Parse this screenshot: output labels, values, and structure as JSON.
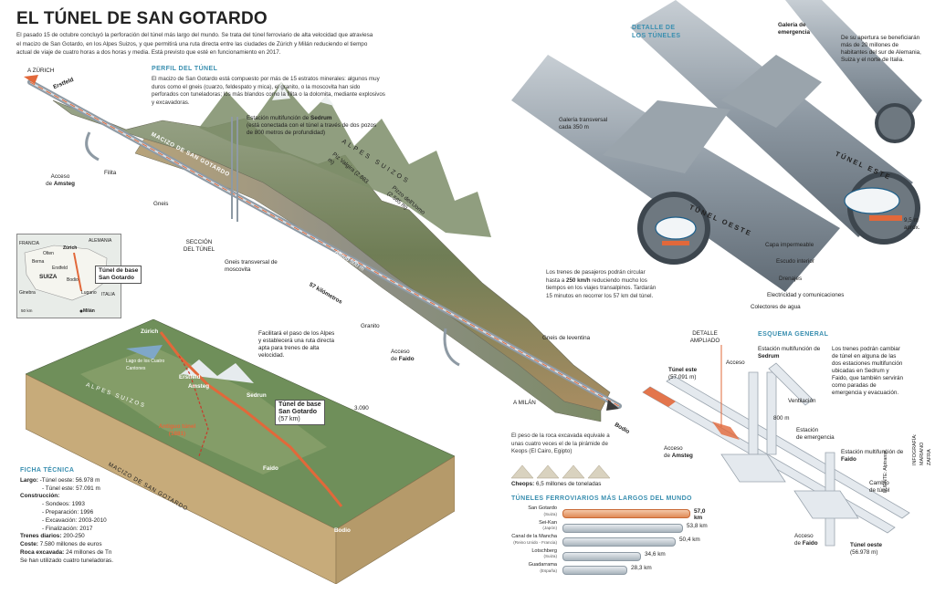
{
  "title": "EL TÚNEL DE SAN GOTARDO",
  "intro": "El pasado 15 de octubre concluyó la perforación del túnel más largo del mundo. Se trata del túnel ferroviario de alta velocidad que atraviesa el macizo de San Gotardo, en los Alpes Suizos, y que permitirá una ruta directa entre las ciudades de Zúrich y Milán reduciendo el tiempo actual de viaje de cuatro horas a dos horas y media. Está previsto que esté en funcionamiento en 2017.",
  "perfil": {
    "heading": "PERFIL DEL TÚNEL",
    "text": "El macizo de San Gotardo está compuesto por más de 15 estratos minerales: algunos muy duros como el gneis (cuarzo, feldespato y mica), el granito, o la moscovita han sido perforados con tuneladoras; los más blandos como la filita o la dolomita, mediante explosivos y excavadoras."
  },
  "profile_labels": {
    "a_zurich": "A ZÚRICH",
    "erstfeld": "Erstfeld",
    "acceso_amsteg_1": "Acceso",
    "acceso_amsteg_2": "de",
    "acceso_amsteg_3": "Amsteg",
    "filita": "Filita",
    "gneis": "Gneis",
    "macizo": "MACIZO DE SAN GOTARDO",
    "seccion": "SECCIÓN DEL TÚNEL",
    "sedrum_1": "Estación multifunción de",
    "sedrum_2": "Sedrum",
    "sedrum_3": "(está conectada con el túnel a través de dos pozos de 800 metros de profundidad)",
    "alpes_suizos": "ALPES SUIZOS",
    "piz_valgira": "Piz Valgira (2.883 m)",
    "pizzo_uomo": "Pizzo dell'Uomo (2.585 m)",
    "altitud": "Altitud 500 m",
    "gneis_moscovita": "Gneis transversal de moscovita",
    "km57": "57 kilómetros",
    "granito": "Granito",
    "acceso_faido_1": "Acceso",
    "acceso_faido_2": "de",
    "acceso_faido_3": "Faido",
    "gneis_leventina": "Gneis de leventina",
    "a_milan": "A MILÁN",
    "bodio": "Bodio"
  },
  "map": {
    "francia": "FRANCIA",
    "alemania": "ALEMANIA",
    "zurich": "Zúrich",
    "olten": "Olten",
    "berna": "Berna",
    "erstfeld": "Erstfeld",
    "suiza": "SUIZA",
    "bodio": "Bodio",
    "lugano": "Lugano",
    "ginebra": "Ginebra",
    "italia": "ITALIA",
    "milan": "Milán",
    "scale": "50 km",
    "callout_1": "Túnel de base",
    "callout_2": "San Gotardo"
  },
  "relief": {
    "facilitara": "Facilitará el paso de los Alpes y establecerá una ruta directa apta para trenes de alta velocidad.",
    "zurich": "Zúrich",
    "lago": "Lago de los Cuatro Cantones",
    "erstfeld": "Erstfeld",
    "amsteg": "Amsteg",
    "alpes": "ALPES SUIZOS",
    "sedrun": "Sedrun",
    "base_1": "Túnel de base",
    "base_2": "San Gotardo",
    "base_3": "(57 km)",
    "height": "3.090",
    "antiguo_1": "Antiguo túnel",
    "antiguo_2": "(1881)",
    "faido": "Faido",
    "bodio": "Bodio",
    "macizo": "MACIZO DE SAN GOTARDO"
  },
  "ficha": {
    "heading": "FICHA TÉCNICA",
    "largo_label": "Largo:",
    "largo_1": "-Túnel oeste: 56.978 m",
    "largo_2": "- Túnel este: 57.091 m",
    "construccion": "Construcción:",
    "c1": "- Sondeos: 1993",
    "c2": "- Preparación: 1996",
    "c3": "- Excavación: 2003-2010",
    "c4": "- Finalización: 2017",
    "trenes_label": "Trenes diarios:",
    "trenes": "200-250",
    "coste_label": "Coste:",
    "coste": "7.580 millones de euros",
    "roca_label": "Roca excavada:",
    "roca": "24 millones de Tn",
    "tuneladoras": "Se han utilizado cuatro tuneladoras."
  },
  "detalle": {
    "heading_1": "DETALLE DE",
    "heading_2": "LOS TÚNELES",
    "galeria_emerg_1": "Galería de",
    "galeria_emerg_2": "emergencia",
    "beneficiaran": "De su apertura se beneficiarán más de 20 millones de habitantes del sur de Alemania, Suiza y el norte de Italia.",
    "galeria_trans_1": "Galería transversal",
    "galeria_trans_2": "cada 350 m",
    "tunel_este": "TÚNEL ESTE",
    "tunel_oeste": "TÚNEL OESTE",
    "altura_1": "9,5 m",
    "altura_2": "aprox.",
    "capa": "Capa impermeable",
    "escudo": "Escudo interior",
    "drenajes": "Drenajes",
    "electricidad": "Electricidad y comunicaciones",
    "colectores": "Colectores de agua",
    "trenes_1": "Los trenes de pasajeros podrán circular hasta a",
    "trenes_kmh": "250 km/h",
    "trenes_2": "reduciendo mucho los tiempos en los viajes transalpinos. Tardarán 15 minutos en recorrer los 57 km del túnel."
  },
  "esquema": {
    "detalle_ampliado_1": "DETALLE",
    "detalle_ampliado_2": "AMPLIADO",
    "heading": "ESQUEMA GENERAL",
    "acceso_top": "Acceso",
    "estacion_sedrum_1": "Estación multifunción de",
    "estacion_sedrum_2": "Sedrum",
    "cambio_text": "Los trenes podrán cambiar de túnel en alguna de las dos estaciones multifunción ubicadas en Sedrum y Faido, que también servirán como paradas de emergencia y evacuación.",
    "tunel_este_1": "Túnel este",
    "tunel_este_2": "(57.091 m)",
    "ventilacion": "Ventilación",
    "m800": "800 m",
    "estacion_emerg_1": "Estación",
    "estacion_emerg_2": "de emergencia",
    "acceso_amsteg_1": "Acceso",
    "acceso_amsteg_2": "de",
    "acceso_amsteg_3": "Amsteg",
    "estacion_faido_1": "Estación multifunción de",
    "estacion_faido_2": "Faido",
    "cambio_tunel_1": "Cambio",
    "cambio_tunel_2": "de túnel",
    "acceso_faido_1": "Acceso",
    "acceso_faido_2": "de",
    "acceso_faido_3": "Faido",
    "tunel_oeste_1": "Túnel oeste",
    "tunel_oeste_2": "(56.978 m)",
    "fuente": "FUENTE: Alptransit.",
    "infografia": "INFOGRAFÍA: MARIANO ZAFRA"
  },
  "roca": {
    "text": "El peso de la roca excavada equivale a unas cuatro veces el de la pirámide de Keops (El Cairo, Egipto)",
    "cheops_label": "Cheops:",
    "cheops_value": "6,5 millones de toneladas"
  },
  "chart_data": {
    "type": "bar",
    "title": "TÚNELES FERROVIARIOS MÁS LARGOS DEL MUNDO",
    "categories": [
      "San Gotardo",
      "Sei-Kan",
      "Canal de la Mancha",
      "Lotschberg",
      "Guadarrama"
    ],
    "countries": [
      "(Suiza)",
      "(Japón)",
      "(Reino Unido - Francia)",
      "(Suiza)",
      "(España)"
    ],
    "values": [
      57.0,
      53.8,
      50.4,
      34.6,
      28.3
    ],
    "value_labels": [
      "57,0 km",
      "53,8 km",
      "50,4 km",
      "34,6 km",
      "28,3 km"
    ],
    "highlight_index": 0,
    "colors": {
      "highlight": "#e08a56",
      "default": "#a9b4bd"
    }
  },
  "colors": {
    "accent_blue": "#3a8fb0",
    "route_orange": "#e2683a",
    "tunnel_grey": "#8e9aa4"
  }
}
